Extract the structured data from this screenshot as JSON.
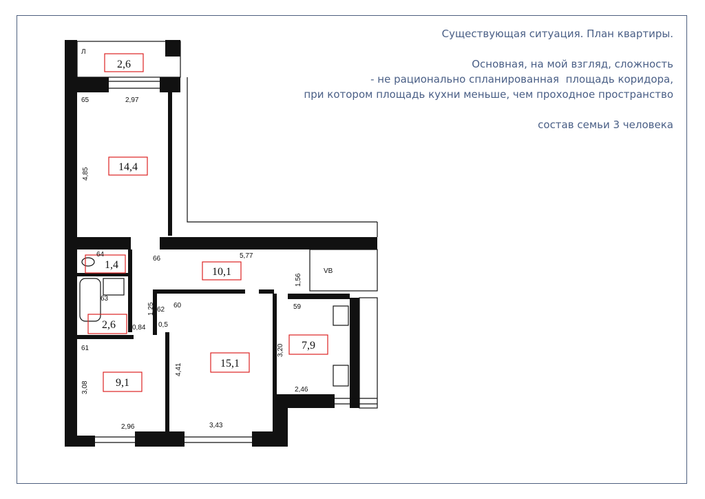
{
  "notes": {
    "title": "Существующая ситуация. План квартиры.",
    "line1": "Основная, на мой взгляд, сложность",
    "line2": "- не рационально спланированная  площадь коридора,",
    "line3": "при котором площадь кухни меньше, чем проходное пространство",
    "family": "состав семьи 3 человека"
  },
  "plan": {
    "rooms": {
      "balcony": "2,6",
      "bedroom": "14,4",
      "toilet": "1,4",
      "hall": "10,1",
      "bath": "2,6",
      "living": "15,1",
      "kitchen": "7,9",
      "room3": "9,1"
    },
    "dims": {
      "d65": "65",
      "d297": "2,97",
      "d485": "4,85",
      "d64": "64",
      "d66": "66",
      "d577": "5,77",
      "d156": "1,56",
      "d59": "59",
      "d63": "63",
      "d125": "1,25",
      "d62": "62",
      "d05": "0,5",
      "d60": "60",
      "d084": "0,84",
      "d61": "61",
      "d308": "3,08",
      "d441": "4,41",
      "d320": "3,20",
      "d246": "2,46",
      "d296": "2,96",
      "d343": "3,43",
      "vent": "VB",
      "balc_l": "Л"
    }
  }
}
